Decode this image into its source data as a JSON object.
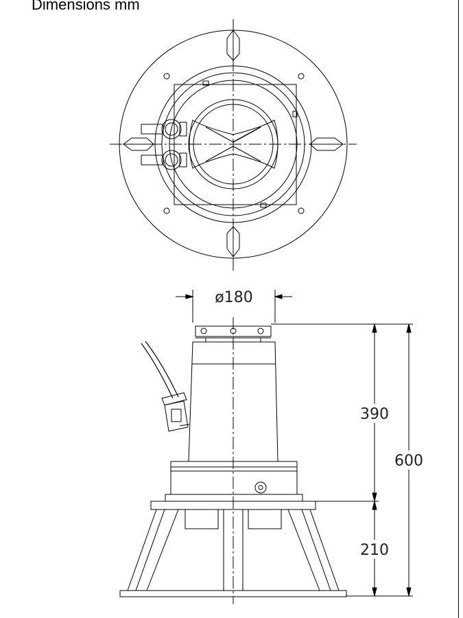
{
  "title": "Dimensions mm",
  "dimensions": {
    "diameter": "ø180",
    "height_upper": "390",
    "height_total": "600",
    "height_stand": "210"
  }
}
